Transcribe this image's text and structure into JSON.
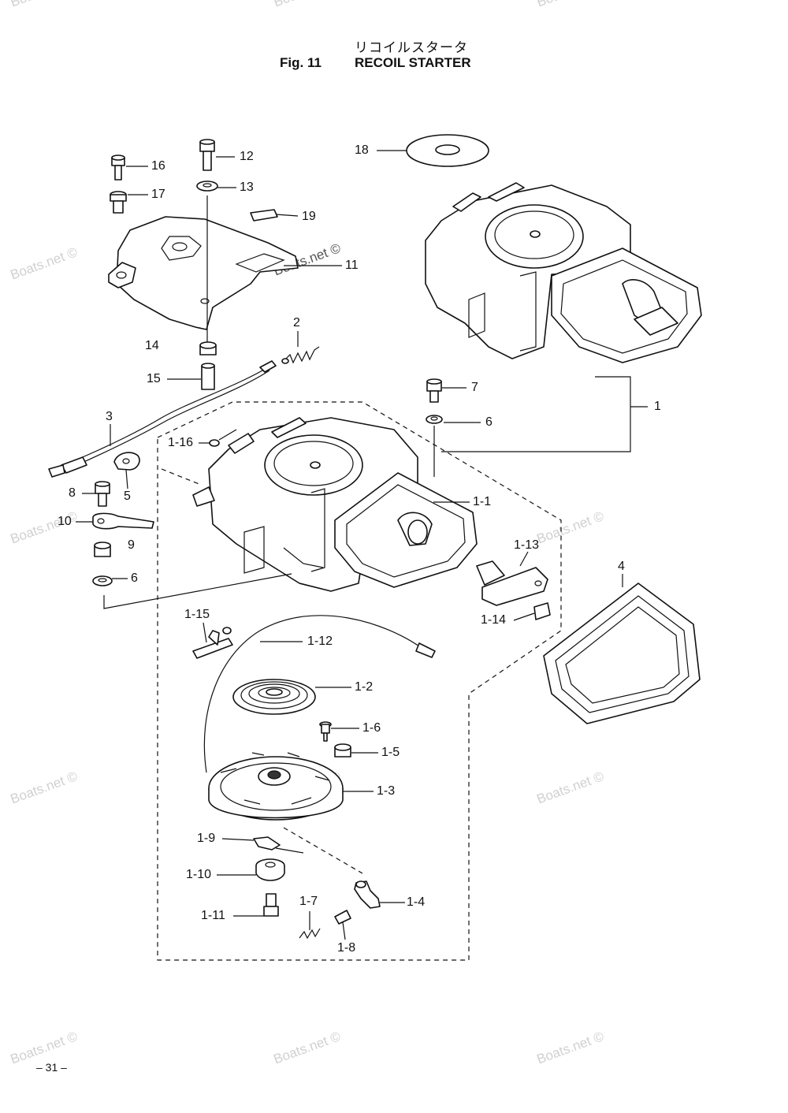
{
  "header": {
    "title_jp": "リコイルスタータ",
    "fig_label": "Fig. 11",
    "title_en": "RECOIL STARTER"
  },
  "callouts": {
    "c16": "16",
    "c17": "17",
    "c12": "12",
    "c13": "13",
    "c18": "18",
    "c19": "19",
    "c11": "11",
    "c2": "2",
    "c14": "14",
    "c15": "15",
    "c7": "7",
    "c1": "1",
    "c6a": "6",
    "c3": "3",
    "c1_16": "1-16",
    "c8": "8",
    "c5": "5",
    "c1_1": "1-1",
    "c10": "10",
    "c9": "9",
    "c6b": "6",
    "c1_13": "1-13",
    "c4": "4",
    "c1_15": "1-15",
    "c1_14": "1-14",
    "c1_12": "1-12",
    "c1_2": "1-2",
    "c1_6": "1-6",
    "c1_5": "1-5",
    "c1_3": "1-3",
    "c1_9": "1-9",
    "c1_10": "1-10",
    "c1_4": "1-4",
    "c1_7": "1-7",
    "c1_11": "1-11",
    "c1_8": "1-8"
  },
  "watermark": "Boats.net ©",
  "footer": {
    "page_number": "– 31 –"
  }
}
